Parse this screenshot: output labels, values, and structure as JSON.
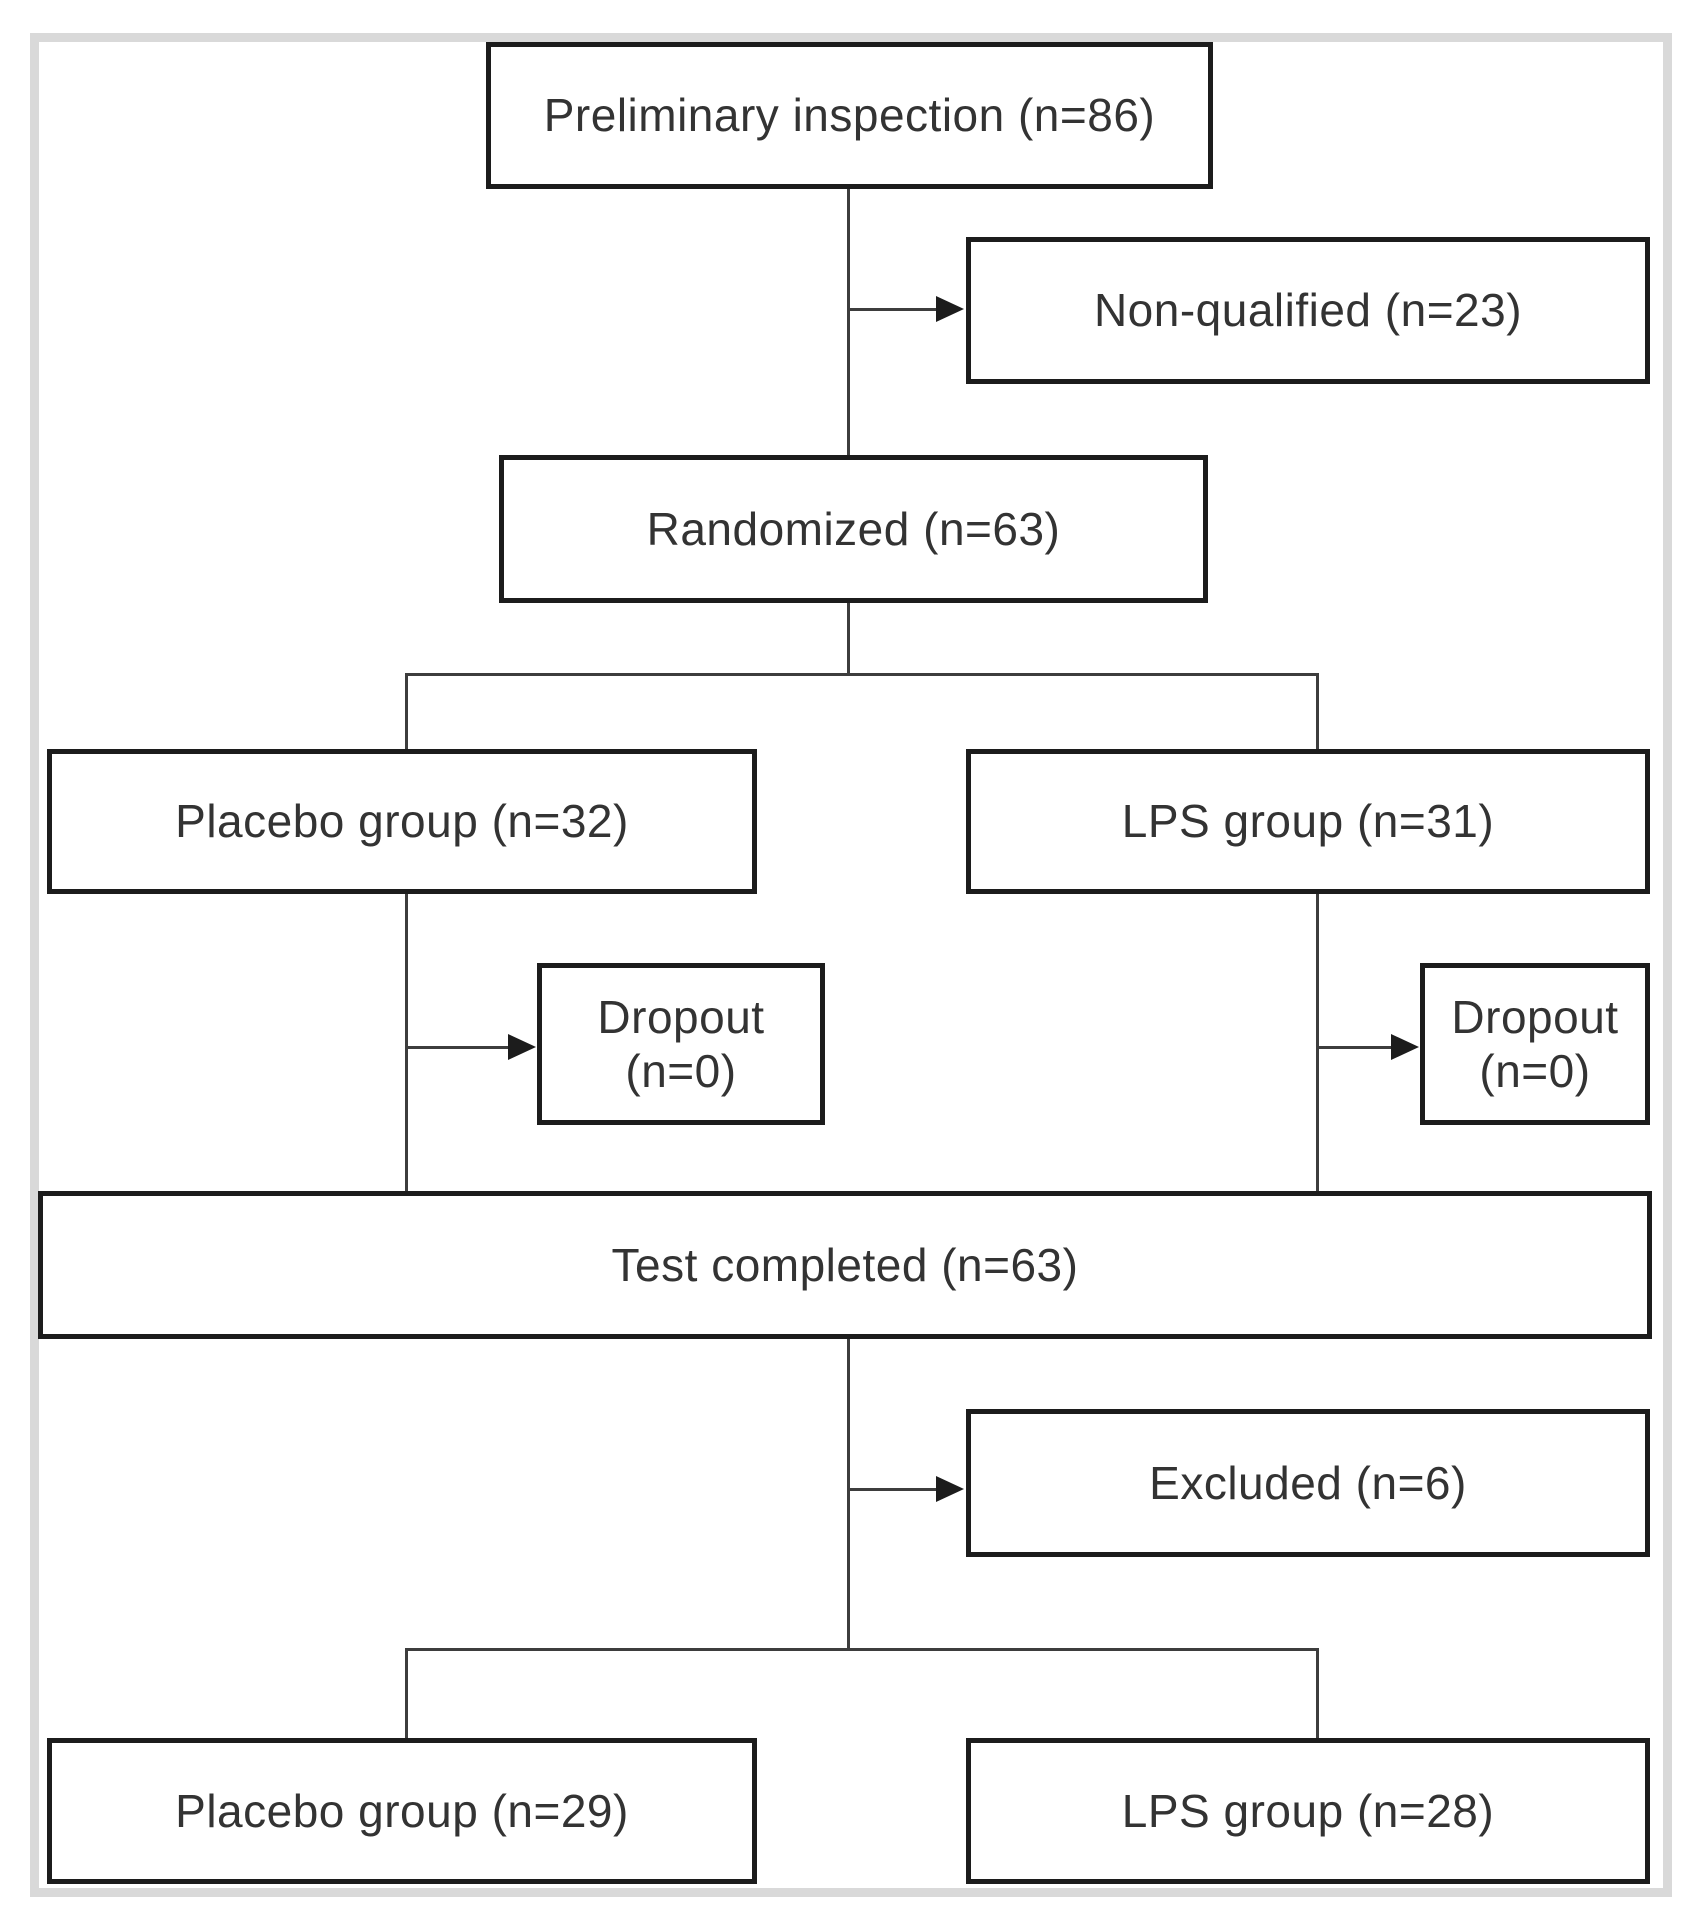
{
  "diagram": {
    "type": "flowchart",
    "colors": {
      "background": "#ffffff",
      "frame": "#d9d9d9",
      "box_border": "#1c1c1c",
      "connector": "#3d3d3d",
      "text": "#333333"
    },
    "nodes": {
      "preliminary": {
        "label": "Preliminary inspection (n=86)",
        "n": 86
      },
      "non_qualified": {
        "label": "Non-qualified (n=23)",
        "n": 23
      },
      "randomized": {
        "label": "Randomized (n=63)",
        "n": 63
      },
      "placebo_allocated": {
        "label": "Placebo group (n=32)",
        "n": 32
      },
      "lps_allocated": {
        "label": "LPS group (n=31)",
        "n": 31
      },
      "dropout_placebo": {
        "line1": "Dropout",
        "line2": "(n=0)",
        "n": 0
      },
      "dropout_lps": {
        "line1": "Dropout",
        "line2": "(n=0)",
        "n": 0
      },
      "test_completed": {
        "label": "Test completed (n=63)",
        "n": 63
      },
      "excluded": {
        "label": "Excluded (n=6)",
        "n": 6
      },
      "placebo_final": {
        "label": "Placebo group (n=29)",
        "n": 29
      },
      "lps_final": {
        "label": "LPS group (n=28)",
        "n": 28
      }
    }
  }
}
